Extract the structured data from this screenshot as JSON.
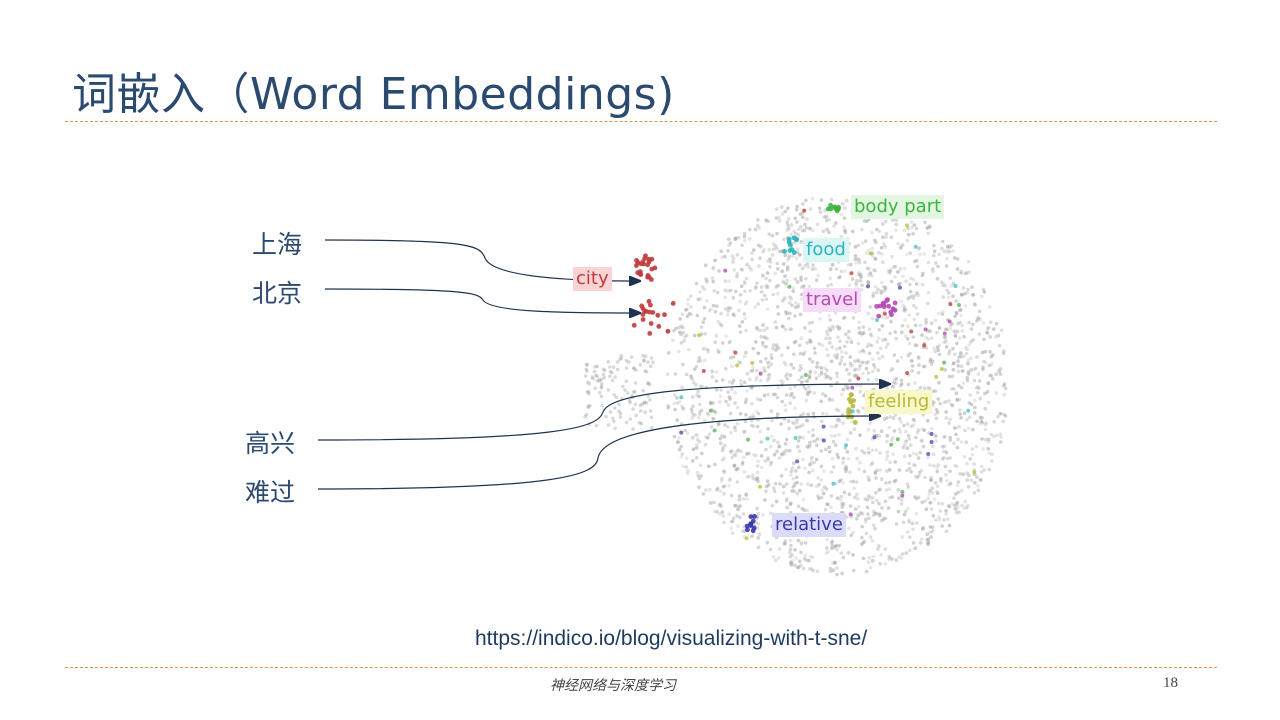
{
  "slide": {
    "title": "词嵌入（Word Embeddings)",
    "words": [
      "上海",
      "北京",
      "高兴",
      "难过"
    ],
    "cluster_labels": {
      "city": {
        "text": "city",
        "color": "#c0393b",
        "bg": "#f8d4d4"
      },
      "body_part": {
        "text": "body part",
        "color": "#3db53d",
        "bg": "#e2f6e2"
      },
      "food": {
        "text": "food",
        "color": "#2cb5bd",
        "bg": "#dcf5f7"
      },
      "travel": {
        "text": "travel",
        "color": "#b848b8",
        "bg": "#f6dcf6"
      },
      "feeling": {
        "text": "feeling",
        "color": "#b8b83a",
        "bg": "#f8f8c8"
      },
      "relative": {
        "text": "relative",
        "color": "#3a3ab0",
        "bg": "#dcdcf8"
      }
    },
    "source_url": "https://indico.io/blog/visualizing-with-t-sne/",
    "footer": "神经网络与深度学习",
    "page_number": "18"
  }
}
